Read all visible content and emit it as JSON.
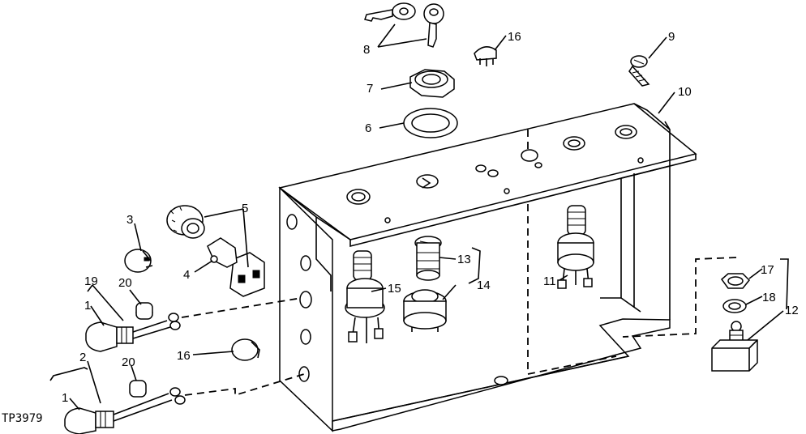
{
  "figure_id": "TP3979",
  "callouts": {
    "c1a": "1",
    "c1b": "1",
    "c2": "2",
    "c3": "3",
    "c4": "4",
    "c5": "5",
    "c6": "6",
    "c7": "7",
    "c8": "8",
    "c9": "9",
    "c10": "10",
    "c11": "11",
    "c12": "12",
    "c13": "13",
    "c14": "14",
    "c15": "15",
    "c16a": "16",
    "c16b": "16",
    "c17": "17",
    "c18": "18",
    "c19": "19",
    "c20a": "20",
    "c20b": "20"
  }
}
